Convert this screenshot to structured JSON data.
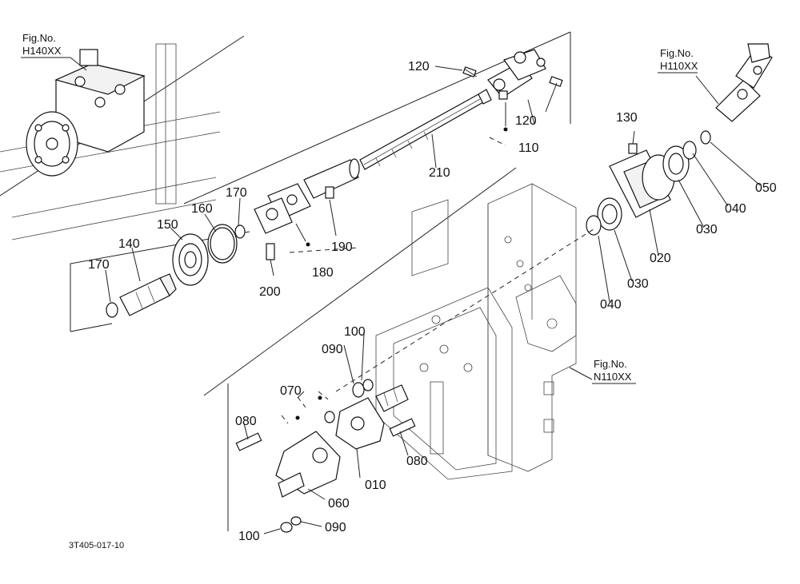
{
  "figure_refs": [
    {
      "id": "ref-h140",
      "line1": "Fig.No.",
      "line2": "H140XX"
    },
    {
      "id": "ref-h110",
      "line1": "Fig.No.",
      "line2": "H110XX"
    },
    {
      "id": "ref-n110",
      "line1": "Fig.No.",
      "line2": "N110XX"
    }
  ],
  "part_labels": [
    {
      "id": "p120a",
      "text": "120"
    },
    {
      "id": "p120b",
      "text": "120"
    },
    {
      "id": "p110",
      "text": "110"
    },
    {
      "id": "p210",
      "text": "210"
    },
    {
      "id": "p130",
      "text": "130"
    },
    {
      "id": "p050",
      "text": "050"
    },
    {
      "id": "p040a",
      "text": "040"
    },
    {
      "id": "p030a",
      "text": "030"
    },
    {
      "id": "p020",
      "text": "020"
    },
    {
      "id": "p030b",
      "text": "030"
    },
    {
      "id": "p040b",
      "text": "040"
    },
    {
      "id": "p170a",
      "text": "170"
    },
    {
      "id": "p160",
      "text": "160"
    },
    {
      "id": "p150",
      "text": "150"
    },
    {
      "id": "p140",
      "text": "140"
    },
    {
      "id": "p170b",
      "text": "170"
    },
    {
      "id": "p190",
      "text": "190"
    },
    {
      "id": "p180",
      "text": "180"
    },
    {
      "id": "p200",
      "text": "200"
    },
    {
      "id": "p100a",
      "text": "100"
    },
    {
      "id": "p090a",
      "text": "090"
    },
    {
      "id": "p070",
      "text": "070"
    },
    {
      "id": "p080a",
      "text": "080"
    },
    {
      "id": "p080b",
      "text": "080"
    },
    {
      "id": "p010",
      "text": "010"
    },
    {
      "id": "p060",
      "text": "060"
    },
    {
      "id": "p100b",
      "text": "100"
    },
    {
      "id": "p090b",
      "text": "090"
    }
  ],
  "drawing_code": "3T405-017-10"
}
